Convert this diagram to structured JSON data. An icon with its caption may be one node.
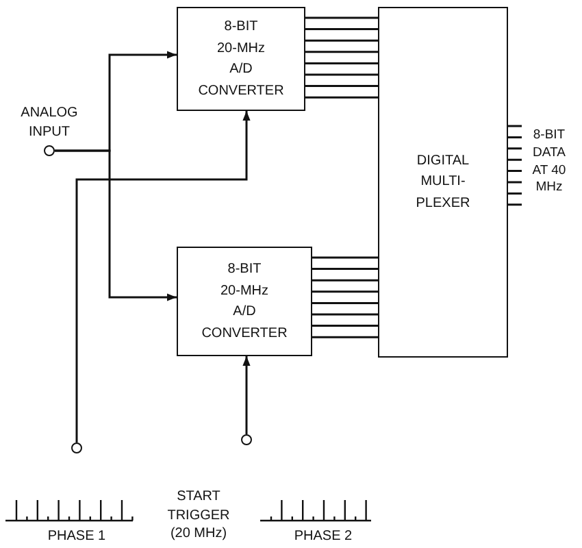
{
  "diagram": {
    "nodes": [
      {
        "text": [
          "8-BIT 20-MHz A/D CONVERTER"
        ]
      },
      {
        "text": [
          "8-BIT 20-MHz A/D CONVERTER"
        ]
      },
      {
        "text": [
          "DIGITAL MULTI- PLEXER"
        ]
      },
      {
        "text": [],
        "shape": "circle",
        "beside": [
          "ANALOG INPUT"
        ]
      },
      {
        "text": [],
        "shape": "circle"
      },
      {
        "text": [],
        "shape": "circle"
      }
    ],
    "edges": [
      {
        "from": 3,
        "to": 0,
        "arrow": "to"
      },
      {
        "from": 3,
        "to": 1,
        "arrow": "to"
      },
      {
        "from": 4,
        "to": 0,
        "arrow": "to"
      },
      {
        "from": 5,
        "to": 1,
        "arrow": "to"
      },
      {
        "from": 0,
        "to": 2,
        "arrow": "none"
      },
      {
        "from": 1,
        "to": 2,
        "arrow": "none"
      }
    ],
    "labels": [
      "8-BIT DATA AT 40 MHz",
      "PHASE 1",
      "START TRIGGER (20 MHz)",
      "PHASE 2"
    ]
  }
}
